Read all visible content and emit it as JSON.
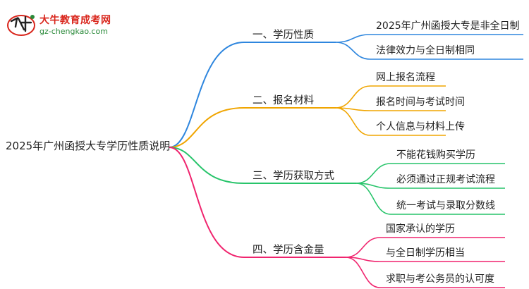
{
  "logo": {
    "title": "大牛教育成考网",
    "url": "gz-chengkao.com"
  },
  "root": {
    "label": "2025年广州函授大专学历性质说明"
  },
  "branches": [
    {
      "label": "一、学历性质",
      "color": "#2e86de",
      "children": [
        "2025年广州函授大专是非全日制",
        "法律效力与全日制相同"
      ]
    },
    {
      "label": "二、报名材料",
      "color": "#f0a500",
      "children": [
        "网上报名流程",
        "报名时间与考试时间",
        "个人信息与材料上传"
      ]
    },
    {
      "label": "三、学历获取方式",
      "color": "#27c46a",
      "children": [
        "不能花钱购买学历",
        "必须通过正规考试流程",
        "统一考试与录取分数线"
      ]
    },
    {
      "label": "四、学历含金量",
      "color": "#f0246e",
      "children": [
        "国家承认的学历",
        "与全日制学历相当",
        "求职与考公务员的认可度"
      ]
    }
  ],
  "colors": {
    "logo_red": "#d9261c",
    "logo_green": "#2a8a3a"
  }
}
